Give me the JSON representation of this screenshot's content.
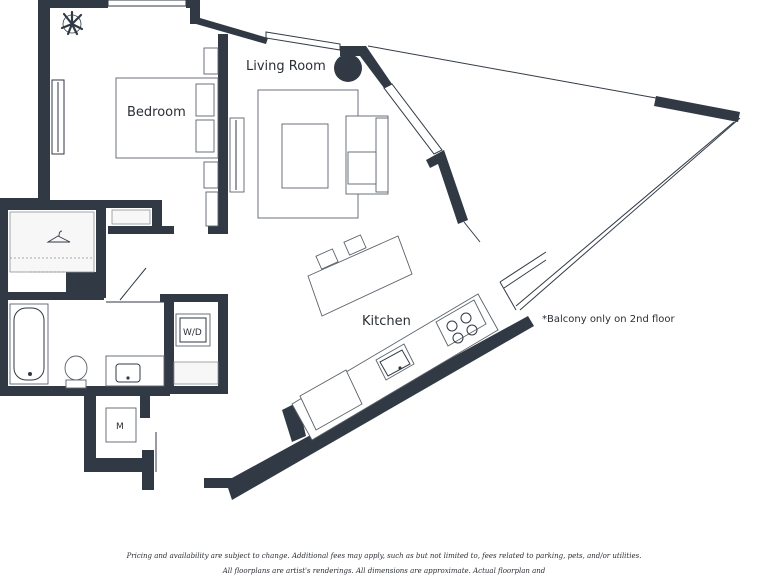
{
  "rooms": {
    "living_room": "Living Room",
    "bedroom": "Bedroom",
    "kitchen": "Kitchen",
    "washer_dryer": "W/D",
    "mechanical": "M"
  },
  "notes": {
    "balcony": "*Balcony only on 2nd floor"
  },
  "disclaimer": {
    "line1": "Pricing and availability are subject to change.  Additional fees may apply, such as but not limited to, fees related to parking, pets, and/or utilities.",
    "line2": "All floorplans are artist's renderings.  All dimensions are approximate.  Actual floorplan and"
  },
  "colors": {
    "wall": "#313a44"
  }
}
